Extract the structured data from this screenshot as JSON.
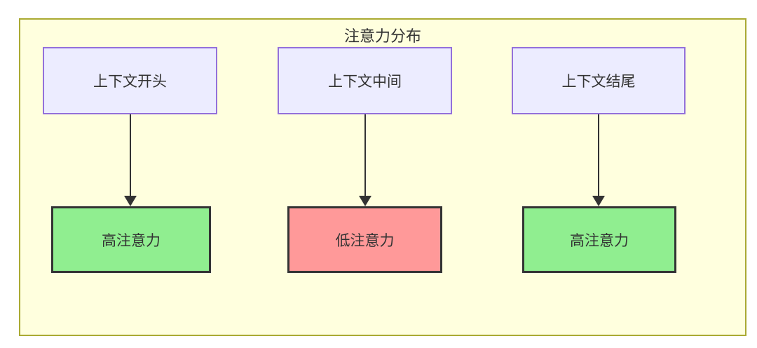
{
  "diagram": {
    "type": "flowchart",
    "title": "注意力分布",
    "columns": [
      {
        "source": "上下文开头",
        "target": "高注意力",
        "level": "high"
      },
      {
        "source": "上下文中间",
        "target": "低注意力",
        "level": "low"
      },
      {
        "source": "上下文结尾",
        "target": "高注意力",
        "level": "high"
      }
    ],
    "colors": {
      "container_bg": "#ffffde",
      "container_border": "#aaaa33",
      "source_bg": "#ECECFF",
      "source_border": "#9370DB",
      "high_bg": "#90EE90",
      "low_bg": "#FF9999",
      "target_border": "#333333",
      "arrow": "#333333",
      "text": "#333333"
    }
  }
}
